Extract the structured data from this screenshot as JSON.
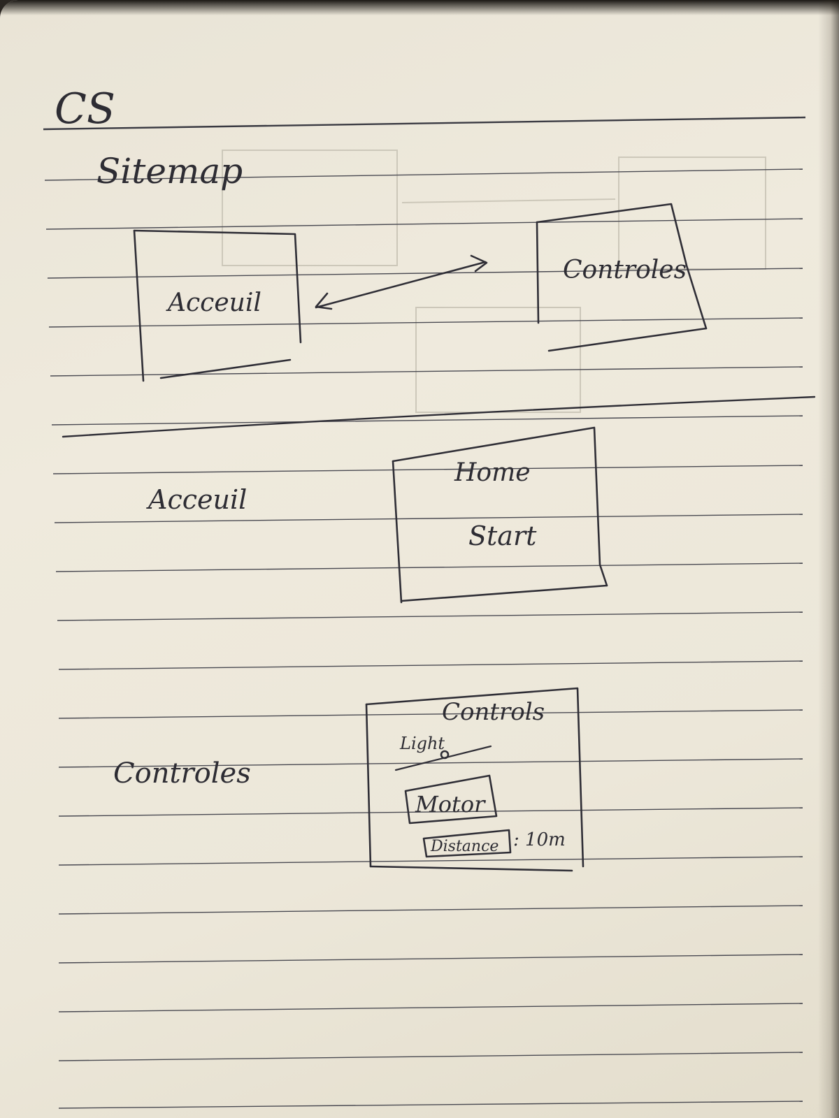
{
  "heading": "CS",
  "sitemap": {
    "title": "Sitemap",
    "nodes": [
      "Acceuil",
      "Controles"
    ]
  },
  "acceuil_section": {
    "label": "Acceuil",
    "mockup": {
      "title": "Home",
      "button": "Start"
    }
  },
  "controles_section": {
    "label": "Controles",
    "mockup": {
      "title": "Controls",
      "light_label": "Light",
      "motor_button": "Motor",
      "distance_button": "Distance",
      "distance_value": ": 10m"
    }
  },
  "colors": {
    "paper": "#ece7d9",
    "ink": "#2f2e36",
    "ruled_line": "#4a4a52"
  }
}
